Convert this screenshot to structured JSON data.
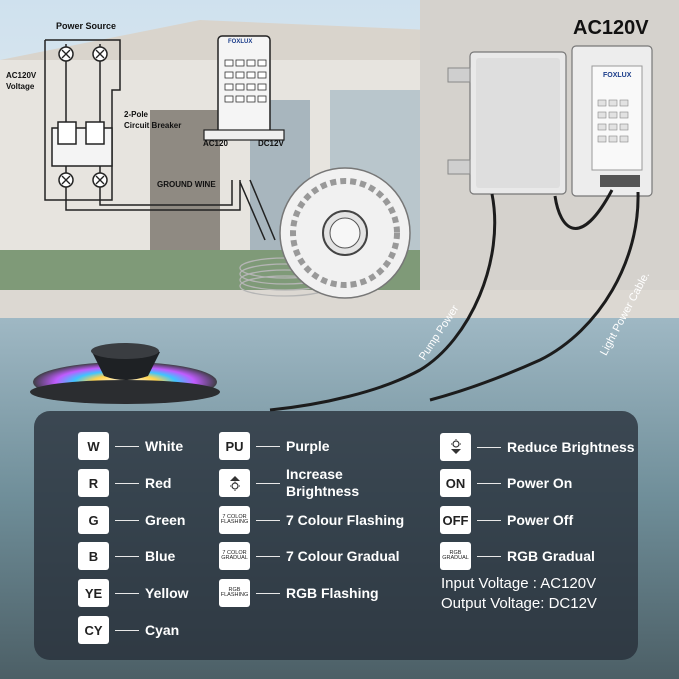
{
  "header": {
    "ac_label": "AC120V"
  },
  "wiring": {
    "power_source": "Power Source",
    "input_voltage_line1": "AC120V",
    "input_voltage_line2": "Voltage",
    "breaker_line1": "2-Pole",
    "breaker_line2": "Circuit Breaker",
    "ground_wire": "GROUND WINE",
    "ac120": "AC120",
    "dc12v": "DC12V",
    "remote_brand": "FOXLUX"
  },
  "cables": {
    "pump_power": "Pump Power",
    "light_power": "Light Power Cable."
  },
  "controller": {
    "brand": "FOXLUX"
  },
  "legend": {
    "col1": [
      {
        "key": "W",
        "label": "White"
      },
      {
        "key": "R",
        "label": "Red"
      },
      {
        "key": "G",
        "label": "Green"
      },
      {
        "key": "B",
        "label": "Blue"
      },
      {
        "key": "YE",
        "label": "Yellow"
      },
      {
        "key": "CY",
        "label": "Cyan"
      }
    ],
    "col2": [
      {
        "key": "PU",
        "label": "Purple"
      },
      {
        "key": "",
        "icon": "brightness-up-icon",
        "label": "Increase Brightness"
      },
      {
        "key_line1": "7 COLOR",
        "key_line2": "FLASHING",
        "label": "7 Colour Flashing"
      },
      {
        "key_line1": "7 COLOR",
        "key_line2": "GRADUAL",
        "label": "7 Colour Gradual"
      },
      {
        "key_line1": "RGB",
        "key_line2": "FLASHING",
        "label": "RGB Flashing"
      }
    ],
    "col3": [
      {
        "key": "",
        "icon": "brightness-down-icon",
        "label": "Reduce Brightness"
      },
      {
        "key": "ON",
        "label": "Power On"
      },
      {
        "key": "OFF",
        "label": "Power Off"
      },
      {
        "key_line1": "RGB",
        "key_line2": "GRADUAL",
        "label": "RGB Gradual"
      }
    ]
  },
  "voltage": {
    "input": "Input Voltage : AC120V",
    "output": "Output Voltage: DC12V"
  }
}
